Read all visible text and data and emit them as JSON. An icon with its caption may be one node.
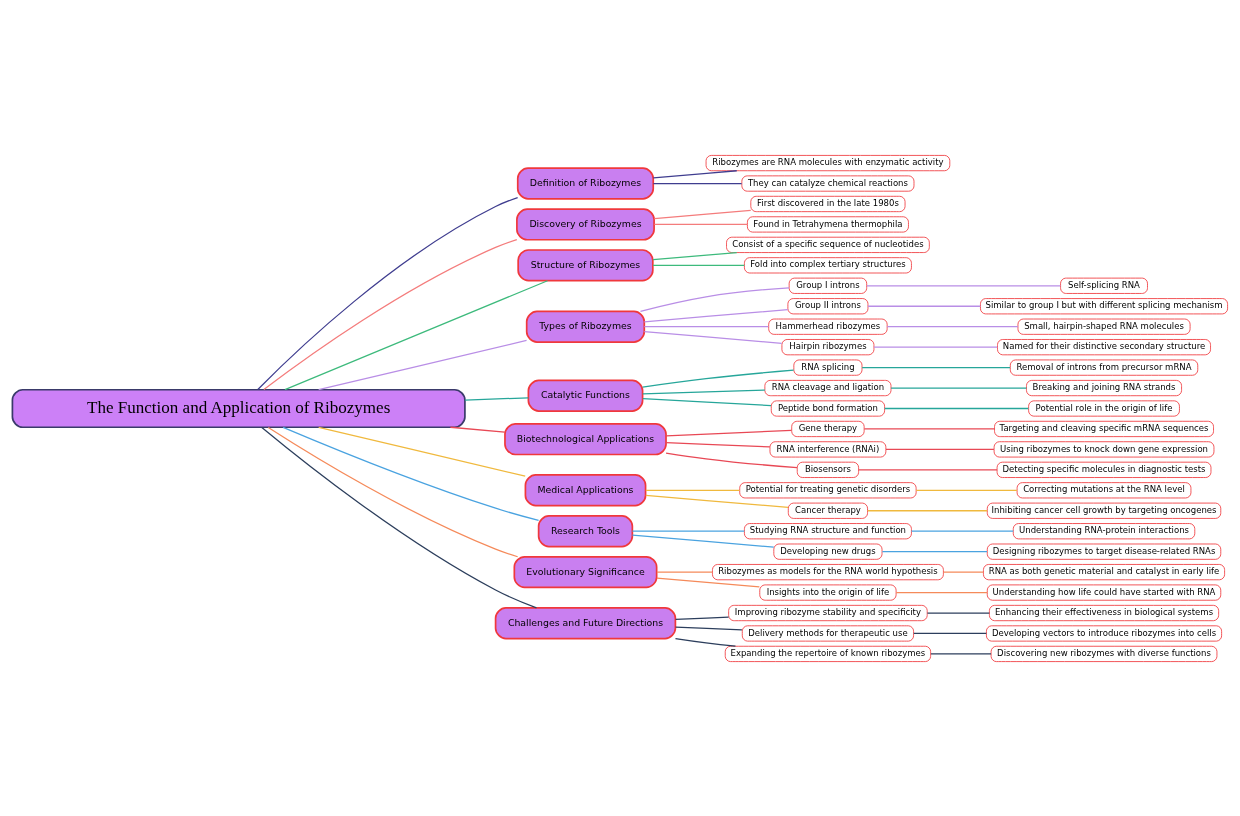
{
  "diagram": {
    "nodes": [
      {
        "text": [
          "The Function and Application of Ribozymes"
        ]
      },
      {
        "text": [
          "Definition of Ribozymes"
        ]
      },
      {
        "text": [
          "Ribozymes are RNA molecules with enzymatic activity"
        ]
      },
      {
        "text": [
          "They can catalyze chemical reactions"
        ]
      },
      {
        "text": [
          "Discovery of Ribozymes"
        ]
      },
      {
        "text": [
          "First discovered in the late 1980s"
        ]
      },
      {
        "text": [
          "Found in Tetrahymena thermophila"
        ]
      },
      {
        "text": [
          "Structure of Ribozymes"
        ]
      },
      {
        "text": [
          "Consist of a specific sequence of nucleotides"
        ]
      },
      {
        "text": [
          "Fold into complex tertiary structures"
        ]
      },
      {
        "text": [
          "Types of Ribozymes"
        ]
      },
      {
        "text": [
          "Group I introns"
        ]
      },
      {
        "text": [
          "Self-splicing RNA"
        ]
      },
      {
        "text": [
          "Group II introns"
        ]
      },
      {
        "text": [
          "Similar to group I but with different splicing mechanism"
        ]
      },
      {
        "text": [
          "Hammerhead ribozymes"
        ]
      },
      {
        "text": [
          "Small, hairpin-shaped RNA molecules"
        ]
      },
      {
        "text": [
          "Hairpin ribozymes"
        ]
      },
      {
        "text": [
          "Named for their distinctive secondary structure"
        ]
      },
      {
        "text": [
          "Catalytic Functions"
        ]
      },
      {
        "text": [
          "RNA splicing"
        ]
      },
      {
        "text": [
          "Removal of introns from precursor mRNA"
        ]
      },
      {
        "text": [
          "RNA cleavage and ligation"
        ]
      },
      {
        "text": [
          "Breaking and joining RNA strands"
        ]
      },
      {
        "text": [
          "Peptide bond formation"
        ]
      },
      {
        "text": [
          "Potential role in the origin of life"
        ]
      },
      {
        "text": [
          "Biotechnological Applications"
        ]
      },
      {
        "text": [
          "Gene therapy"
        ]
      },
      {
        "text": [
          "Targeting and cleaving specific mRNA sequences"
        ]
      },
      {
        "text": [
          "RNA interference (RNAi)"
        ]
      },
      {
        "text": [
          "Using ribozymes to knock down gene expression"
        ]
      },
      {
        "text": [
          "Biosensors"
        ]
      },
      {
        "text": [
          "Detecting specific molecules in diagnostic tests"
        ]
      },
      {
        "text": [
          "Medical Applications"
        ]
      },
      {
        "text": [
          "Potential for treating genetic disorders"
        ]
      },
      {
        "text": [
          "Correcting mutations at the RNA level"
        ]
      },
      {
        "text": [
          "Cancer therapy"
        ]
      },
      {
        "text": [
          "Inhibiting cancer cell growth by targeting oncogenes"
        ]
      },
      {
        "text": [
          "Research Tools"
        ]
      },
      {
        "text": [
          "Studying RNA structure and function"
        ]
      },
      {
        "text": [
          "Understanding RNA-protein interactions"
        ]
      },
      {
        "text": [
          "Developing new drugs"
        ]
      },
      {
        "text": [
          "Designing ribozymes to target disease-related RNAs"
        ]
      },
      {
        "text": [
          "Evolutionary Significance"
        ]
      },
      {
        "text": [
          "Ribozymes as models for the RNA world hypothesis"
        ]
      },
      {
        "text": [
          "RNA as both genetic material and catalyst in early life"
        ]
      },
      {
        "text": [
          "Insights into the origin of life"
        ]
      },
      {
        "text": [
          "Understanding how life could have started with RNA"
        ]
      },
      {
        "text": [
          "Challenges and Future Directions"
        ]
      },
      {
        "text": [
          "Improving ribozyme stability and specificity"
        ]
      },
      {
        "text": [
          "Enhancing their effectiveness in biological systems"
        ]
      },
      {
        "text": [
          "Delivery methods for therapeutic use"
        ]
      },
      {
        "text": [
          "Developing vectors to introduce ribozymes into cells"
        ]
      },
      {
        "text": [
          "Expanding the repertoire of known ribozymes"
        ]
      },
      {
        "text": [
          "Discovering new ribozymes with diverse functions"
        ]
      }
    ],
    "edges": [
      {
        "from": 0,
        "to": 1,
        "arrow": "none",
        "color": "#3f3d8f"
      },
      {
        "from": 1,
        "to": 2,
        "arrow": "none",
        "color": "#3f3d8f"
      },
      {
        "from": 1,
        "to": 3,
        "arrow": "none",
        "color": "#3f3d8f"
      },
      {
        "from": 0,
        "to": 4,
        "arrow": "none",
        "color": "#f47c7c"
      },
      {
        "from": 4,
        "to": 5,
        "arrow": "none",
        "color": "#f47c7c"
      },
      {
        "from": 4,
        "to": 6,
        "arrow": "none",
        "color": "#f47c7c"
      },
      {
        "from": 0,
        "to": 7,
        "arrow": "none",
        "color": "#3dba7c"
      },
      {
        "from": 7,
        "to": 8,
        "arrow": "none",
        "color": "#3dba7c"
      },
      {
        "from": 7,
        "to": 9,
        "arrow": "none",
        "color": "#3dba7c"
      },
      {
        "from": 0,
        "to": 10,
        "arrow": "none",
        "color": "#b98ee6"
      },
      {
        "from": 10,
        "to": 11,
        "arrow": "none",
        "color": "#b98ee6"
      },
      {
        "from": 11,
        "to": 12,
        "arrow": "none",
        "color": "#b98ee6"
      },
      {
        "from": 10,
        "to": 13,
        "arrow": "none",
        "color": "#b98ee6"
      },
      {
        "from": 13,
        "to": 14,
        "arrow": "none",
        "color": "#b98ee6"
      },
      {
        "from": 10,
        "to": 15,
        "arrow": "none",
        "color": "#b98ee6"
      },
      {
        "from": 15,
        "to": 16,
        "arrow": "none",
        "color": "#b98ee6"
      },
      {
        "from": 10,
        "to": 17,
        "arrow": "none",
        "color": "#b98ee6"
      },
      {
        "from": 17,
        "to": 18,
        "arrow": "none",
        "color": "#b98ee6"
      },
      {
        "from": 0,
        "to": 19,
        "arrow": "none",
        "color": "#26a69a"
      },
      {
        "from": 19,
        "to": 20,
        "arrow": "none",
        "color": "#26a69a"
      },
      {
        "from": 20,
        "to": 21,
        "arrow": "none",
        "color": "#26a69a"
      },
      {
        "from": 19,
        "to": 22,
        "arrow": "none",
        "color": "#26a69a"
      },
      {
        "from": 22,
        "to": 23,
        "arrow": "none",
        "color": "#26a69a"
      },
      {
        "from": 19,
        "to": 24,
        "arrow": "none",
        "color": "#26a69a"
      },
      {
        "from": 24,
        "to": 25,
        "arrow": "none",
        "color": "#26a69a"
      },
      {
        "from": 0,
        "to": 26,
        "arrow": "none",
        "color": "#e84855"
      },
      {
        "from": 26,
        "to": 27,
        "arrow": "none",
        "color": "#e84855"
      },
      {
        "from": 27,
        "to": 28,
        "arrow": "none",
        "color": "#e84855"
      },
      {
        "from": 26,
        "to": 29,
        "arrow": "none",
        "color": "#e84855"
      },
      {
        "from": 29,
        "to": 30,
        "arrow": "none",
        "color": "#e84855"
      },
      {
        "from": 26,
        "to": 31,
        "arrow": "none",
        "color": "#e84855"
      },
      {
        "from": 31,
        "to": 32,
        "arrow": "none",
        "color": "#e84855"
      },
      {
        "from": 0,
        "to": 33,
        "arrow": "none",
        "color": "#f0b93e"
      },
      {
        "from": 33,
        "to": 34,
        "arrow": "none",
        "color": "#f0b93e"
      },
      {
        "from": 34,
        "to": 35,
        "arrow": "none",
        "color": "#f0b93e"
      },
      {
        "from": 33,
        "to": 36,
        "arrow": "none",
        "color": "#f0b93e"
      },
      {
        "from": 36,
        "to": 37,
        "arrow": "none",
        "color": "#f0b93e"
      },
      {
        "from": 0,
        "to": 38,
        "arrow": "none",
        "color": "#4aa3e0"
      },
      {
        "from": 38,
        "to": 39,
        "arrow": "none",
        "color": "#4aa3e0"
      },
      {
        "from": 39,
        "to": 40,
        "arrow": "none",
        "color": "#4aa3e0"
      },
      {
        "from": 38,
        "to": 41,
        "arrow": "none",
        "color": "#4aa3e0"
      },
      {
        "from": 41,
        "to": 42,
        "arrow": "none",
        "color": "#4aa3e0"
      },
      {
        "from": 0,
        "to": 43,
        "arrow": "none",
        "color": "#f58a5a"
      },
      {
        "from": 43,
        "to": 44,
        "arrow": "none",
        "color": "#f58a5a"
      },
      {
        "from": 44,
        "to": 45,
        "arrow": "none",
        "color": "#f58a5a"
      },
      {
        "from": 43,
        "to": 46,
        "arrow": "none",
        "color": "#f58a5a"
      },
      {
        "from": 46,
        "to": 47,
        "arrow": "none",
        "color": "#f58a5a"
      },
      {
        "from": 0,
        "to": 48,
        "arrow": "none",
        "color": "#2c3e5c"
      },
      {
        "from": 48,
        "to": 49,
        "arrow": "none",
        "color": "#2c3e5c"
      },
      {
        "from": 49,
        "to": 50,
        "arrow": "none",
        "color": "#2c3e5c"
      },
      {
        "from": 48,
        "to": 51,
        "arrow": "none",
        "color": "#2c3e5c"
      },
      {
        "from": 51,
        "to": 52,
        "arrow": "none",
        "color": "#2c3e5c"
      },
      {
        "from": 48,
        "to": 53,
        "arrow": "none",
        "color": "#2c3e5c"
      },
      {
        "from": 53,
        "to": 54,
        "arrow": "none",
        "color": "#2c3e5c"
      }
    ]
  }
}
